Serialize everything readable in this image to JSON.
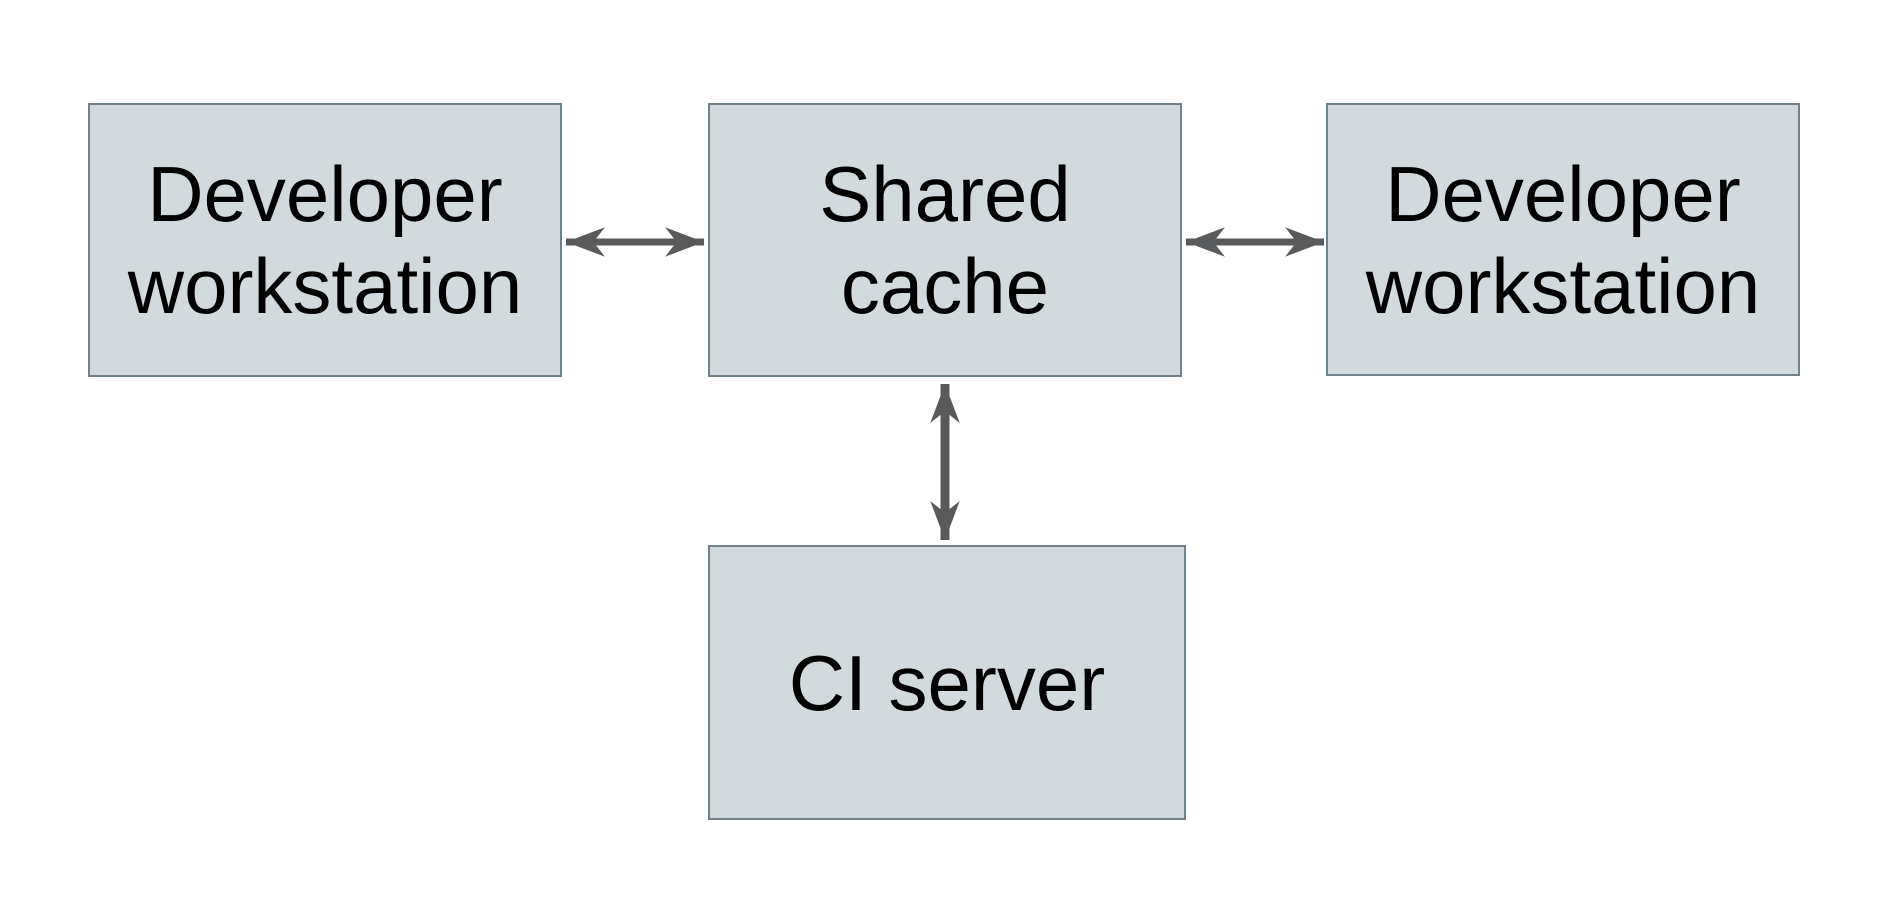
{
  "diagram": {
    "type": "architecture-diagram",
    "nodes": [
      {
        "id": "developer-workstation-left",
        "label": "Developer workstation"
      },
      {
        "id": "shared-cache",
        "label": "Shared cache"
      },
      {
        "id": "developer-workstation-right",
        "label": "Developer workstation"
      },
      {
        "id": "ci-server",
        "label": "CI server"
      }
    ],
    "edges": [
      {
        "from": "developer-workstation-left",
        "to": "shared-cache",
        "direction": "bidirectional"
      },
      {
        "from": "shared-cache",
        "to": "developer-workstation-right",
        "direction": "bidirectional"
      },
      {
        "from": "shared-cache",
        "to": "ci-server",
        "direction": "bidirectional"
      }
    ],
    "colors": {
      "background": "#ffffff",
      "node_fill": "#d3dadd",
      "node_border": "#71828c",
      "arrow": "#595a5c",
      "text": "#000000"
    }
  }
}
